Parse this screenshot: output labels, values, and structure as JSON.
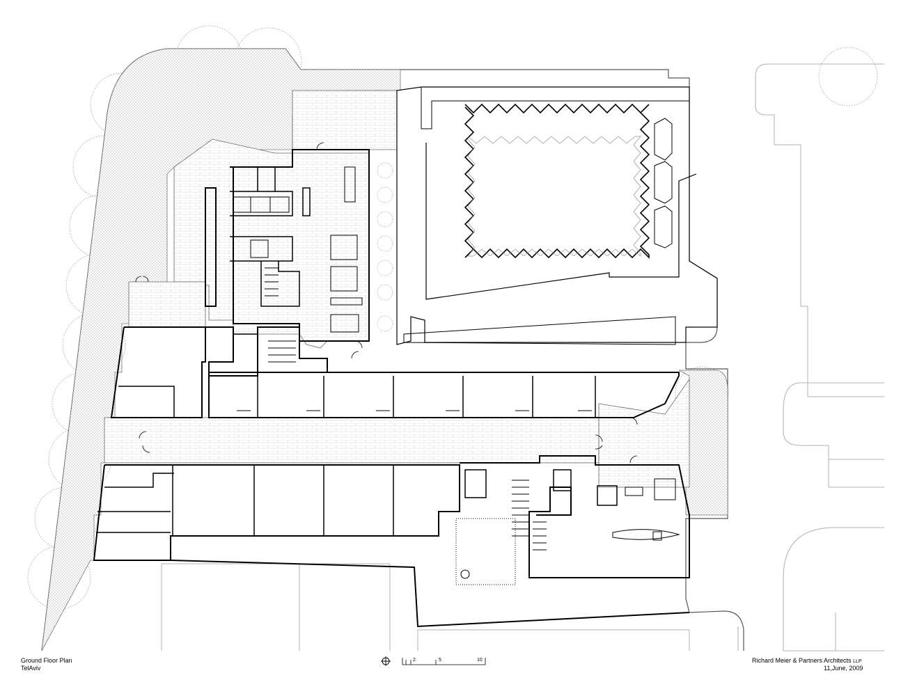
{
  "drawing": {
    "title": "Ground Floor Plan",
    "location": "TelAviv",
    "firm": "Richard Meier & Partners Architects",
    "firm_suffix": "LLP",
    "date": "11,June, 2009"
  },
  "scale_bar": {
    "ticks": [
      "2",
      "5",
      "10"
    ]
  },
  "icons": {
    "north": "north-arrow-icon"
  }
}
